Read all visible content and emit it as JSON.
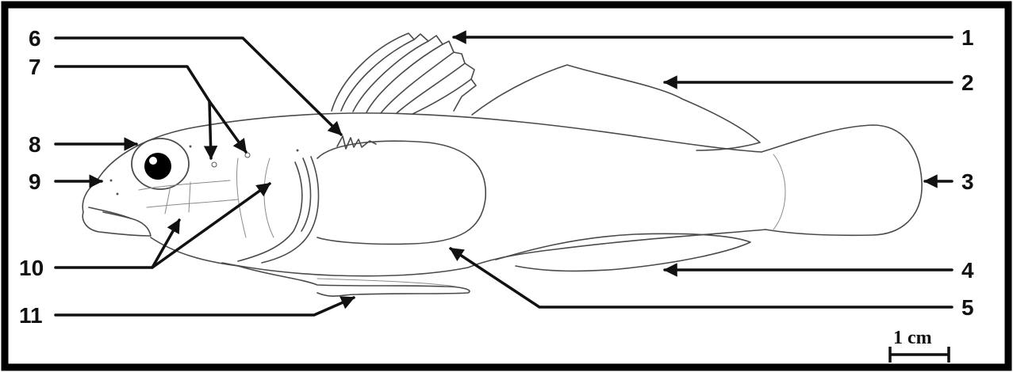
{
  "figure": {
    "labels": [
      {
        "id": "1",
        "text": "1"
      },
      {
        "id": "2",
        "text": "2"
      },
      {
        "id": "3",
        "text": "3"
      },
      {
        "id": "4",
        "text": "4"
      },
      {
        "id": "5",
        "text": "5"
      },
      {
        "id": "6",
        "text": "6"
      },
      {
        "id": "7",
        "text": "7"
      },
      {
        "id": "8",
        "text": "8"
      },
      {
        "id": "9",
        "text": "9"
      },
      {
        "id": "10",
        "text": "10"
      },
      {
        "id": "11",
        "text": "11"
      }
    ],
    "scale_bar_text": "1 cm",
    "colors": {
      "border": "#000000",
      "ink": "#111111",
      "fish_outline": "#4a4a4a"
    }
  }
}
